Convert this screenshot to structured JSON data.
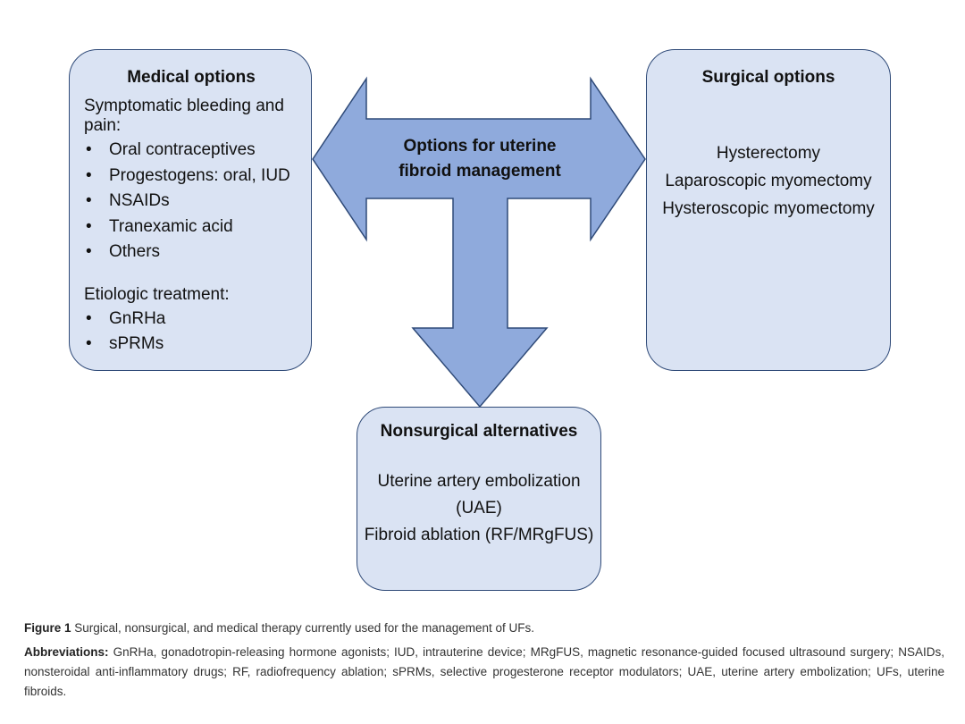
{
  "medical": {
    "title": "Medical options",
    "symptomatic_heading": "Symptomatic bleeding and pain:",
    "symptomatic_items": [
      "Oral contraceptives",
      "Progestogens: oral, IUD",
      "NSAIDs",
      "Tranexamic acid",
      "Others"
    ],
    "etiologic_heading": "Etiologic treatment:",
    "etiologic_items": [
      "GnRHa",
      "sPRMs"
    ]
  },
  "surgical": {
    "title": "Surgical options",
    "items": [
      "Hysterectomy",
      "Laparoscopic myomectomy",
      "Hysteroscopic myomectomy"
    ]
  },
  "central": {
    "label_line1": "Options for uterine",
    "label_line2": "fibroid management",
    "arrow_color": "#8faadc",
    "arrow_border": "#2f4a78"
  },
  "nonsurgical": {
    "title": "Nonsurgical alternatives",
    "items": [
      "Uterine artery embolization (UAE)",
      "Fibroid ablation (RF/MRgFUS)"
    ]
  },
  "box_color": "#dae3f3",
  "caption": {
    "figure_label": "Figure 1",
    "figure_text": "Surgical, nonsurgical, and medical therapy currently used for the management of UFs.",
    "abbrev_label": "Abbreviations:",
    "abbrev_text": "GnRHa, gonadotropin-releasing hormone agonists; IUD, intrauterine device; MRgFUS, magnetic resonance-guided focused ultrasound surgery; NSAIDs, nonsteroidal anti-inflammatory drugs; RF, radiofrequency ablation; sPRMs, selective progesterone receptor modulators; UAE, uterine artery embolization; UFs, uterine fibroids."
  }
}
